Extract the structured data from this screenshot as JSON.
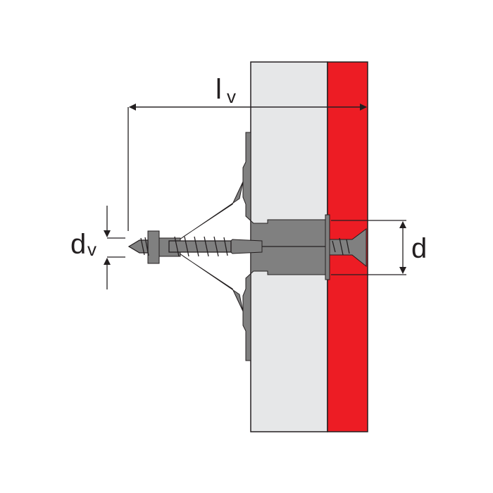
{
  "labels": {
    "lv_main": "l",
    "lv_sub": "v",
    "dv_main": "d",
    "dv_sub": "v",
    "d": "d"
  },
  "colors": {
    "wall": "#e6e7e8",
    "substrate": "#ed1c24",
    "dowel": "#808080",
    "line": "#231f20"
  }
}
